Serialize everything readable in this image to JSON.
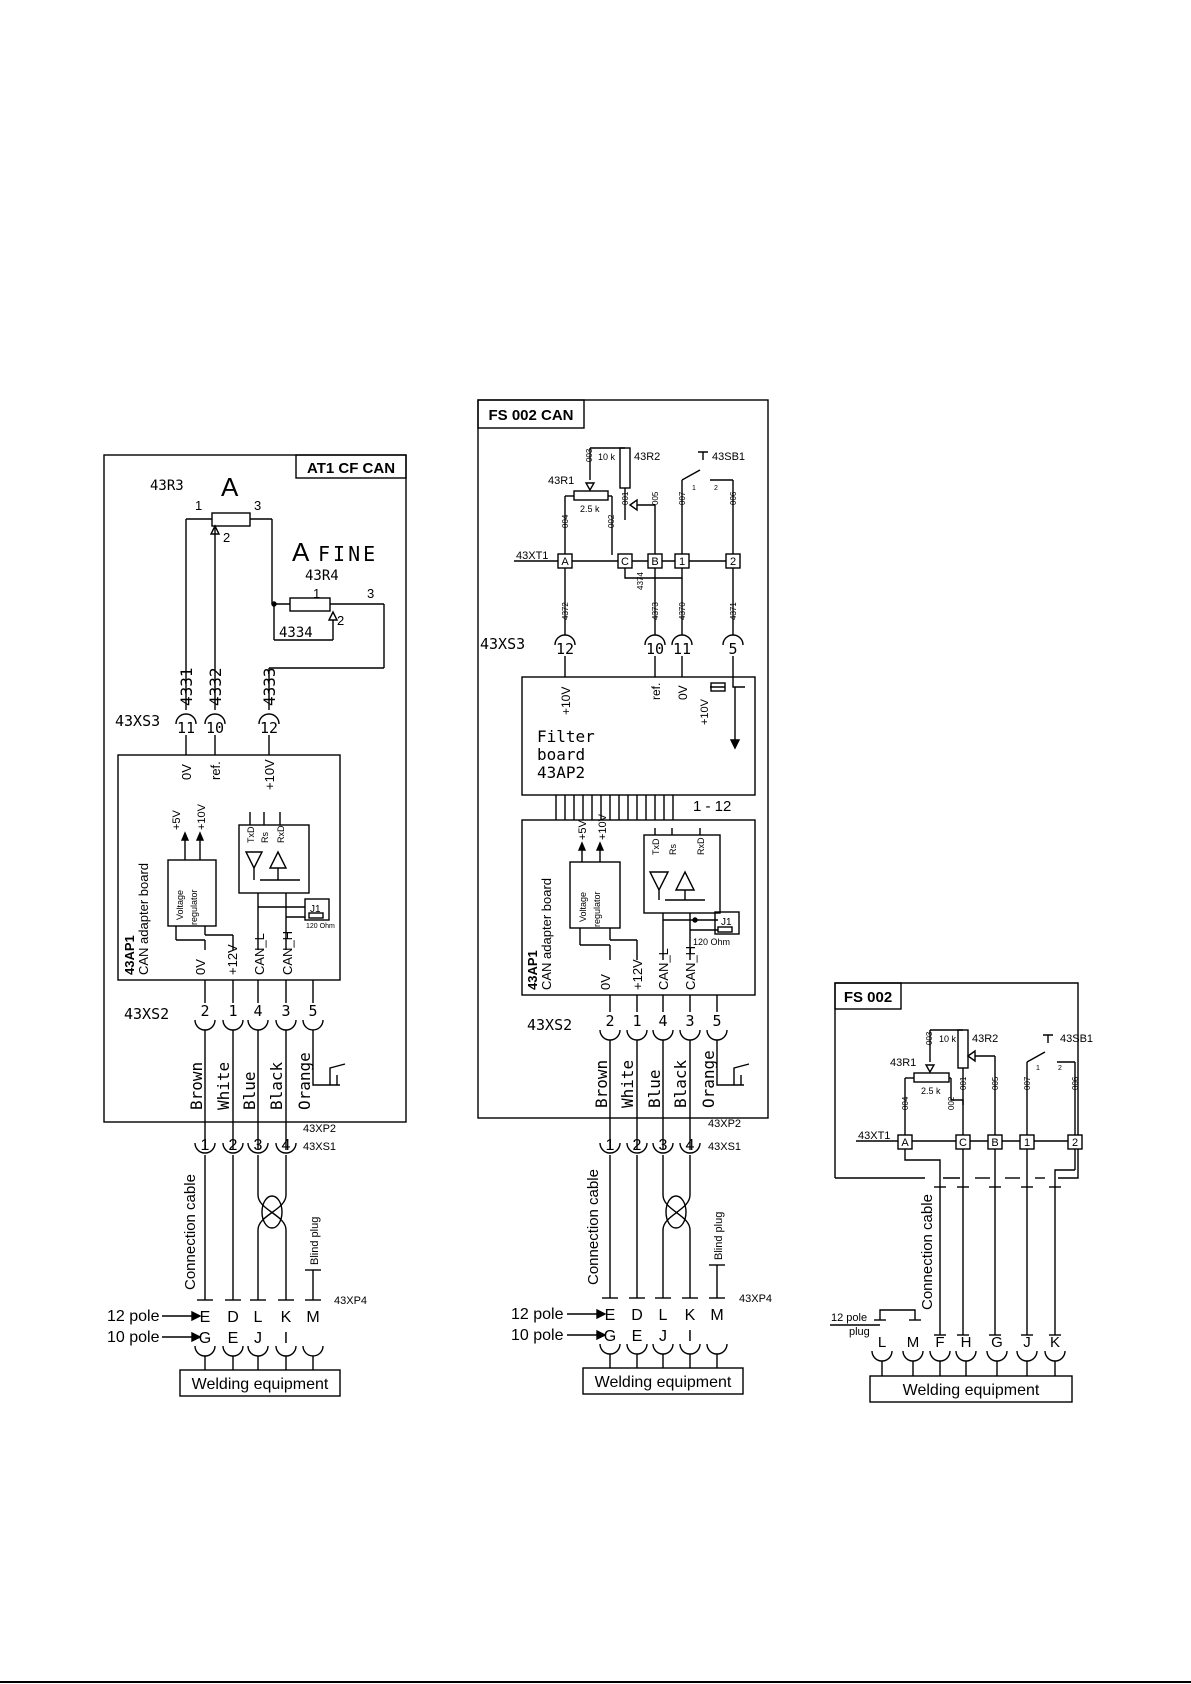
{
  "panels": {
    "at1": {
      "title": "AT1 CF CAN",
      "r3_label": "43R3",
      "r3_big": "A",
      "r4_label": "43R4",
      "r4_big_a": "A",
      "r4_big_fine": "FINE",
      "pin1": "1",
      "pin2": "2",
      "pin3": "3",
      "wire_4334": "4334",
      "wire_4331": "4331",
      "wire_4332": "4332",
      "wire_4333": "4333",
      "xs3": "43XS3",
      "xs3_pins": [
        "11",
        "10",
        "12"
      ],
      "board_labels": [
        "0V",
        "ref.",
        "+10V"
      ],
      "reg_out": [
        "+5V",
        "+10V"
      ],
      "reg_text": [
        "Voltage",
        "regulator"
      ],
      "tx": "TxD",
      "rs": "Rs",
      "rx": "RxD",
      "j1": "J1",
      "ohm": "120 Ohm",
      "board_name": [
        "43AP1",
        "CAN adapter board"
      ],
      "bottom_labels": [
        "0V",
        "+12V",
        "CAN_L",
        "CAN_H"
      ],
      "xs2": "43XS2",
      "xs2_pins": [
        "2",
        "1",
        "4",
        "3",
        "5"
      ],
      "colors": [
        "Brown",
        "White",
        "Blue",
        "Black",
        "Orange"
      ],
      "xp2": "43XP2",
      "xs1": "43XS1",
      "xs1_pins": [
        "1",
        "2",
        "3",
        "4"
      ],
      "cable": "Connection cable",
      "blind": "Blind plug",
      "xp4": "43XP4",
      "pole12": "12 pole",
      "pole10": "10 pole",
      "row12": [
        "E",
        "D",
        "L",
        "K",
        "M"
      ],
      "row10": [
        "G",
        "E",
        "J",
        "I"
      ],
      "equip": "Welding equipment"
    },
    "fs002can": {
      "title": "FS 002 CAN",
      "r2": "43R2",
      "r2_val": "10 k",
      "r1": "43R1",
      "r1_val": "2.5 k",
      "sb1": "43SB1",
      "sw_1": "1",
      "sw_2": "2",
      "wires_top": [
        "003",
        "004",
        "002",
        "001",
        "005",
        "007",
        "006"
      ],
      "xt1": "43XT1",
      "xt1_terms": [
        "A",
        "C",
        "B",
        "1",
        "2"
      ],
      "wires_mid": [
        "4372",
        "4373",
        "4370",
        "4371",
        "4374"
      ],
      "xs3": "43XS3",
      "xs3_pins": [
        "12",
        "10",
        "11",
        "5"
      ],
      "fb_labels": [
        "+10V",
        "ref.",
        "0V",
        "+10V"
      ],
      "filter": [
        "Filter",
        "board",
        "43AP2"
      ],
      "ribbon": "1 - 12",
      "reg_out": [
        "+5V",
        "+10V"
      ],
      "reg_text": [
        "Voltage",
        "regulator"
      ],
      "tx": "TxD",
      "rs": "Rs",
      "rx": "RxD",
      "j1": "J1",
      "ohm": "120 Ohm",
      "board_name": [
        "43AP1",
        "CAN adapter board"
      ],
      "bottom_labels": [
        "0V",
        "+12V",
        "CAN_L",
        "CAN_H"
      ],
      "xs2": "43XS2",
      "xs2_pins": [
        "2",
        "1",
        "4",
        "3",
        "5"
      ],
      "colors": [
        "Brown",
        "White",
        "Blue",
        "Black",
        "Orange"
      ],
      "xp2": "43XP2",
      "xs1": "43XS1",
      "xs1_pins": [
        "1",
        "2",
        "3",
        "4"
      ],
      "cable": "Connection cable",
      "blind": "Blind plug",
      "xp4": "43XP4",
      "pole12": "12 pole",
      "pole10": "10 pole",
      "row12": [
        "E",
        "D",
        "L",
        "K",
        "M"
      ],
      "row10": [
        "G",
        "E",
        "J",
        "I"
      ],
      "equip": "Welding equipment"
    },
    "fs002": {
      "title": "FS 002",
      "r2": "43R2",
      "r2_val": "10 k",
      "r1": "43R1",
      "r1_val": "2.5 k",
      "sb1": "43SB1",
      "sw_1": "1",
      "sw_2": "2",
      "wires_top": [
        "003",
        "004",
        "002",
        "001",
        "005",
        "007",
        "006"
      ],
      "xt1": "43XT1",
      "xt1_terms": [
        "A",
        "C",
        "B",
        "1",
        "2"
      ],
      "cable": "Connection cable",
      "plug": [
        "12 pole",
        "plug"
      ],
      "pins": [
        "L",
        "M",
        "F",
        "H",
        "G",
        "J",
        "K"
      ],
      "equip": "Welding equipment"
    }
  }
}
